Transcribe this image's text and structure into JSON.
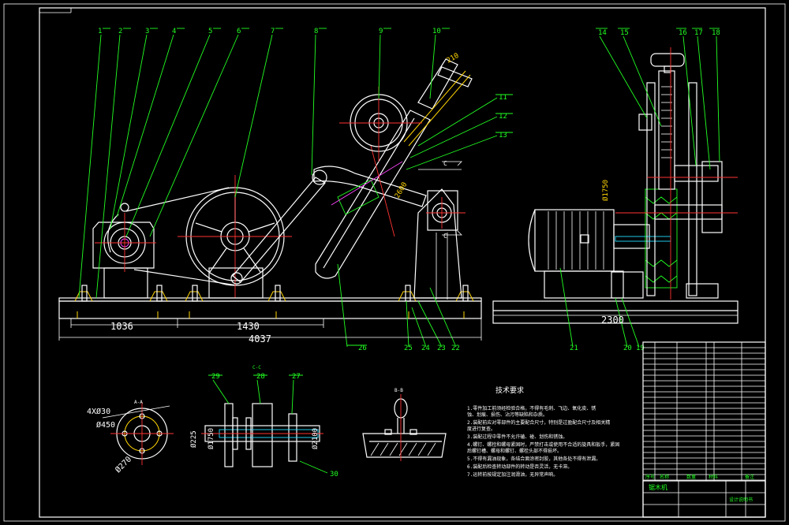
{
  "drawing": {
    "part_numbers": [
      "1",
      "2",
      "3",
      "4",
      "5",
      "6",
      "7",
      "8",
      "9",
      "10",
      "11",
      "12",
      "13",
      "14",
      "15",
      "16",
      "17",
      "18",
      "19",
      "20",
      "21",
      "22",
      "23",
      "24",
      "25",
      "26",
      "27",
      "28",
      "29",
      "30"
    ],
    "dims_front": {
      "d1036": "1036",
      "d1430": "1430",
      "d4037": "4037",
      "d210": "210",
      "d2600": "2600"
    },
    "dims_side": {
      "d2300": "2300",
      "d1750": "Ø1750"
    },
    "dims_flange": {
      "d4x": "4XØ30",
      "d450": "Ø450",
      "d270": "Ø270",
      "sec_aa": "A-A"
    },
    "dims_shaft": {
      "d2250": "Ø225",
      "d1750": "Ø1750",
      "d2100": "Ø2100",
      "sec_cc": "C-C"
    },
    "sec_bb": "B-B",
    "sec_c": "C",
    "tech_title": "技术要求",
    "tech_notes": [
      "1.零件加工前须经检验合格，不得有毛刺、飞边、氧化皮、锈",
      "  蚀、划痕、损伤、沾污等缺陷和杂质。",
      "2.装配前应对零部件的主要配合尺寸，特别是过盈配合尺寸及相关精",
      "  度进行复查。",
      "3.装配过程中零件不允许磕、碰、划伤和锈蚀。",
      "4.螺钉、螺栓和螺母紧固时，严禁打击或使用不合适的旋具和扳手，紧固",
      "  后螺钉槽、螺母和螺钉、螺栓头部不得损坏。",
      "5.不得有漏油现象，各结合面涂密封胶，其他各处不得有泄漏。",
      "6.装配后检查转动部件的转动是否灵活，无卡滞。",
      "7.运转前按规定加注润滑油，无异常声响。"
    ],
    "title_block": {
      "name": "锯木机",
      "subtitle": "设计说明书",
      "col_heads": [
        "序号",
        "名称",
        "数量",
        "材料",
        "备注"
      ]
    }
  }
}
